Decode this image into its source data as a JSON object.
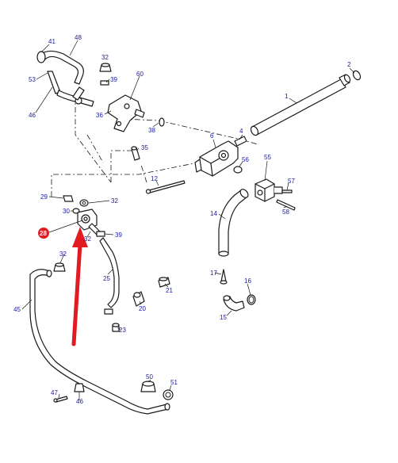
{
  "colors": {
    "label": "#1a1aa8",
    "highlight_fill": "#e21b23",
    "highlight_text": "#ffffff",
    "arrow": "#e21b23",
    "line": "#1a1a1a"
  },
  "highlighted_part": "28",
  "callouts": [
    {
      "id": "c1",
      "text": "1"
    },
    {
      "id": "c2",
      "text": "2"
    },
    {
      "id": "c4",
      "text": "4"
    },
    {
      "id": "c6",
      "text": "6"
    },
    {
      "id": "c12",
      "text": "12"
    },
    {
      "id": "c14",
      "text": "14"
    },
    {
      "id": "c15",
      "text": "15"
    },
    {
      "id": "c16",
      "text": "16"
    },
    {
      "id": "c17",
      "text": "17"
    },
    {
      "id": "c20",
      "text": "20"
    },
    {
      "id": "c21",
      "text": "21"
    },
    {
      "id": "c23",
      "text": "23"
    },
    {
      "id": "c25",
      "text": "25"
    },
    {
      "id": "c28",
      "text": "28"
    },
    {
      "id": "c29",
      "text": "29"
    },
    {
      "id": "c30",
      "text": "30"
    },
    {
      "id": "c32a",
      "text": "32"
    },
    {
      "id": "c32b",
      "text": "32"
    },
    {
      "id": "c32c",
      "text": "32"
    },
    {
      "id": "c32d",
      "text": "32"
    },
    {
      "id": "c35",
      "text": "35"
    },
    {
      "id": "c36",
      "text": "36"
    },
    {
      "id": "c38",
      "text": "38"
    },
    {
      "id": "c39a",
      "text": "39"
    },
    {
      "id": "c39b",
      "text": "39"
    },
    {
      "id": "c41",
      "text": "41"
    },
    {
      "id": "c45",
      "text": "45"
    },
    {
      "id": "c46a",
      "text": "46"
    },
    {
      "id": "c46b",
      "text": "46"
    },
    {
      "id": "c47",
      "text": "47"
    },
    {
      "id": "c48",
      "text": "48"
    },
    {
      "id": "c50",
      "text": "50"
    },
    {
      "id": "c51",
      "text": "51"
    },
    {
      "id": "c53",
      "text": "53"
    },
    {
      "id": "c55",
      "text": "55"
    },
    {
      "id": "c56",
      "text": "56"
    },
    {
      "id": "c57",
      "text": "57"
    },
    {
      "id": "c58",
      "text": "58"
    },
    {
      "id": "c60",
      "text": "60"
    }
  ]
}
